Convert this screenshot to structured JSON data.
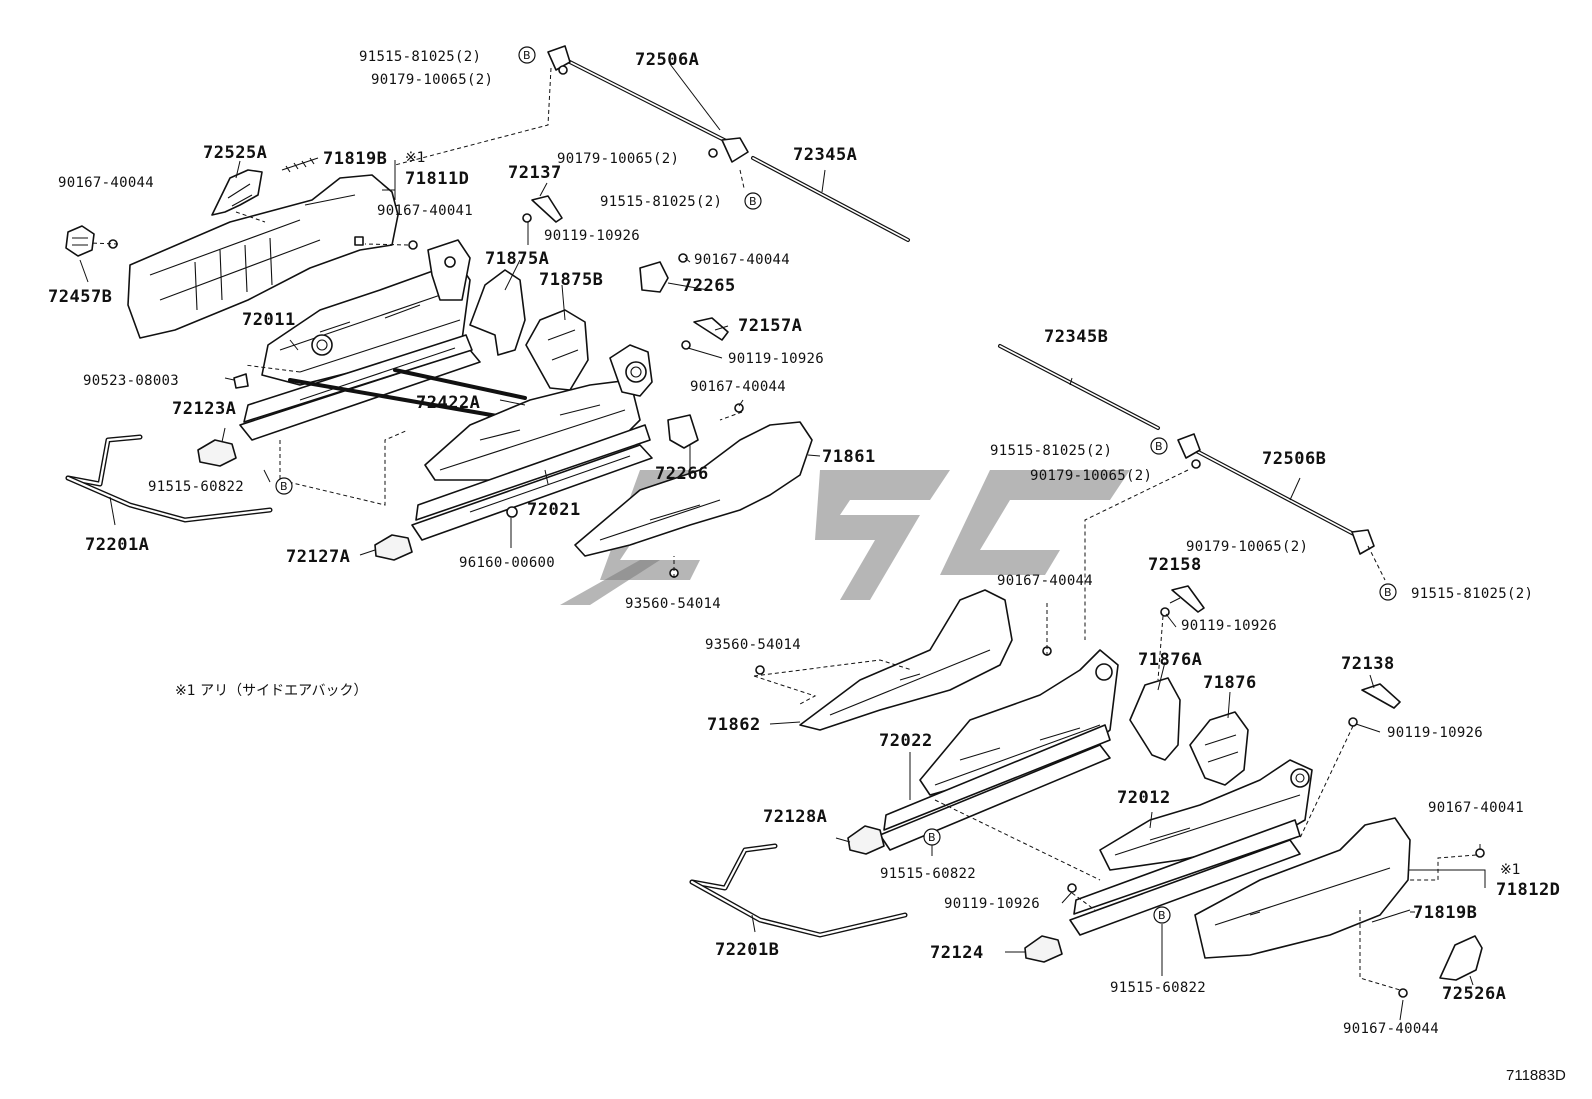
{
  "diagram_code": "711883D",
  "note": "※1 アリ（サイドエアバック）",
  "marker_B": "B",
  "note_mark": "※1",
  "labels": {
    "p91515_81025_tl": "91515-81025(2)",
    "p90179_10065_tl": "90179-10065(2)",
    "p72506A": "72506A",
    "p90179_10065_tm": "90179-10065(2)",
    "p72345A": "72345A",
    "p91515_81025_tm": "91515-81025(2)",
    "p72525A": "72525A",
    "p71819B_l": "71819B",
    "p71811D": "71811D",
    "p90167_40044_l1": "90167-40044",
    "p90167_40041_l": "90167-40041",
    "p72137": "72137",
    "p90119_10926_l1": "90119-10926",
    "p72457B": "72457B",
    "p71875A": "71875A",
    "p71875B": "71875B",
    "p90167_40044_m1": "90167-40044",
    "p72265": "72265",
    "p72011": "72011",
    "p72157A": "72157A",
    "p90119_10926_m": "90119-10926",
    "p90523_08003": "90523-08003",
    "p72422A": "72422A",
    "p90167_40044_m2": "90167-40044",
    "p72123A": "72123A",
    "p91515_60822_l": "91515-60822",
    "p72266": "72266",
    "p71861": "71861",
    "p72021": "72021",
    "p72201A": "72201A",
    "p72127A": "72127A",
    "p96160_00600": "96160-00600",
    "p93560_54014_l": "93560-54014",
    "p72345B": "72345B",
    "p91515_81025_r1": "91515-81025(2)",
    "p72506B": "72506B",
    "p90179_10065_r1": "90179-10065(2)",
    "p90179_10065_r2": "90179-10065(2)",
    "p91515_81025_r2": "91515-81025(2)",
    "p72158": "72158",
    "p90167_40044_r1": "90167-40044",
    "p90119_10926_r1": "90119-10926",
    "p93560_54014_r": "93560-54014",
    "p71876A": "71876A",
    "p71876": "71876",
    "p72138": "72138",
    "p71862": "71862",
    "p90119_10926_r2": "90119-10926",
    "p72022": "72022",
    "p72012": "72012",
    "p90167_40041_r": "90167-40041",
    "p72128A": "72128A",
    "p71812D": "71812D",
    "p91515_60822_m": "91515-60822",
    "p90119_10926_r3": "90119-10926",
    "p71819B_r": "71819B",
    "p72201B": "72201B",
    "p72124": "72124",
    "p91515_60822_r": "91515-60822",
    "p72526A": "72526A",
    "p90167_40044_r2": "90167-40044"
  },
  "colors": {
    "ink": "#111111",
    "watermark": "#7a7a7a"
  }
}
